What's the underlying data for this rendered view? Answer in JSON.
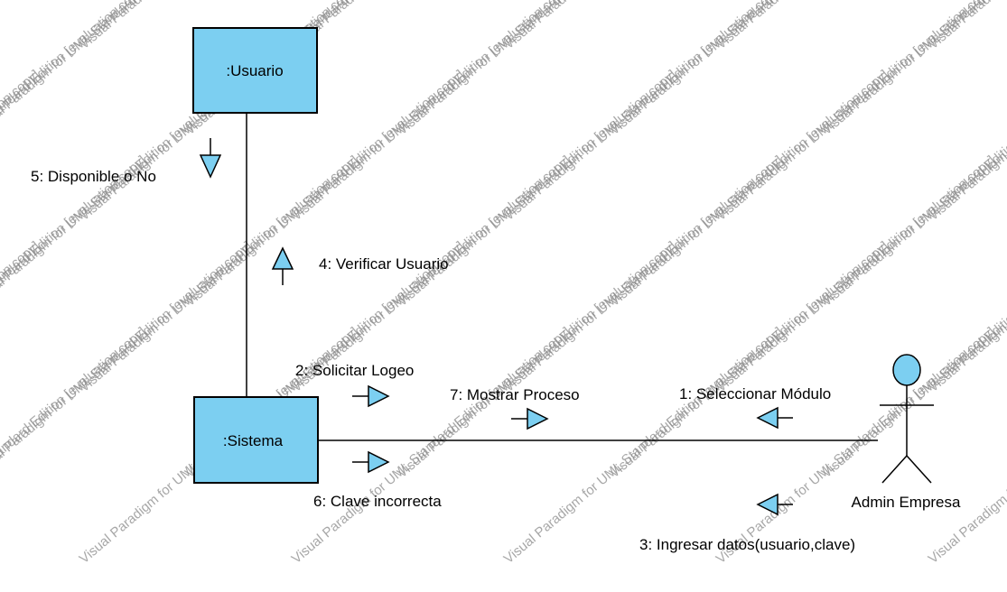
{
  "diagram": {
    "objects": {
      "usuario": {
        "label": ":Usuario"
      },
      "sistema": {
        "label": ":Sistema"
      }
    },
    "actor": {
      "label": "Admin Empresa"
    },
    "messages": [
      {
        "text": "1: Seleccionar Módulo",
        "direction": "left"
      },
      {
        "text": "2: Solicitar Logeo",
        "direction": "right"
      },
      {
        "text": "3: Ingresar datos(usuario,clave)",
        "direction": "left"
      },
      {
        "text": "4: Verificar Usuario",
        "direction": "up"
      },
      {
        "text": "5: Disponible o No",
        "direction": "down"
      },
      {
        "text": "6: Clave incorrecta",
        "direction": "right"
      },
      {
        "text": "7: Mostrar Proceso",
        "direction": "right"
      }
    ],
    "colors": {
      "fill": "#7ccff1",
      "stroke": "#000000",
      "watermark": "#8a8a8a"
    },
    "watermark": {
      "lines": [
        "Visual Paradigm for UML Standard Edition [evaluation copy]"
      ]
    }
  }
}
